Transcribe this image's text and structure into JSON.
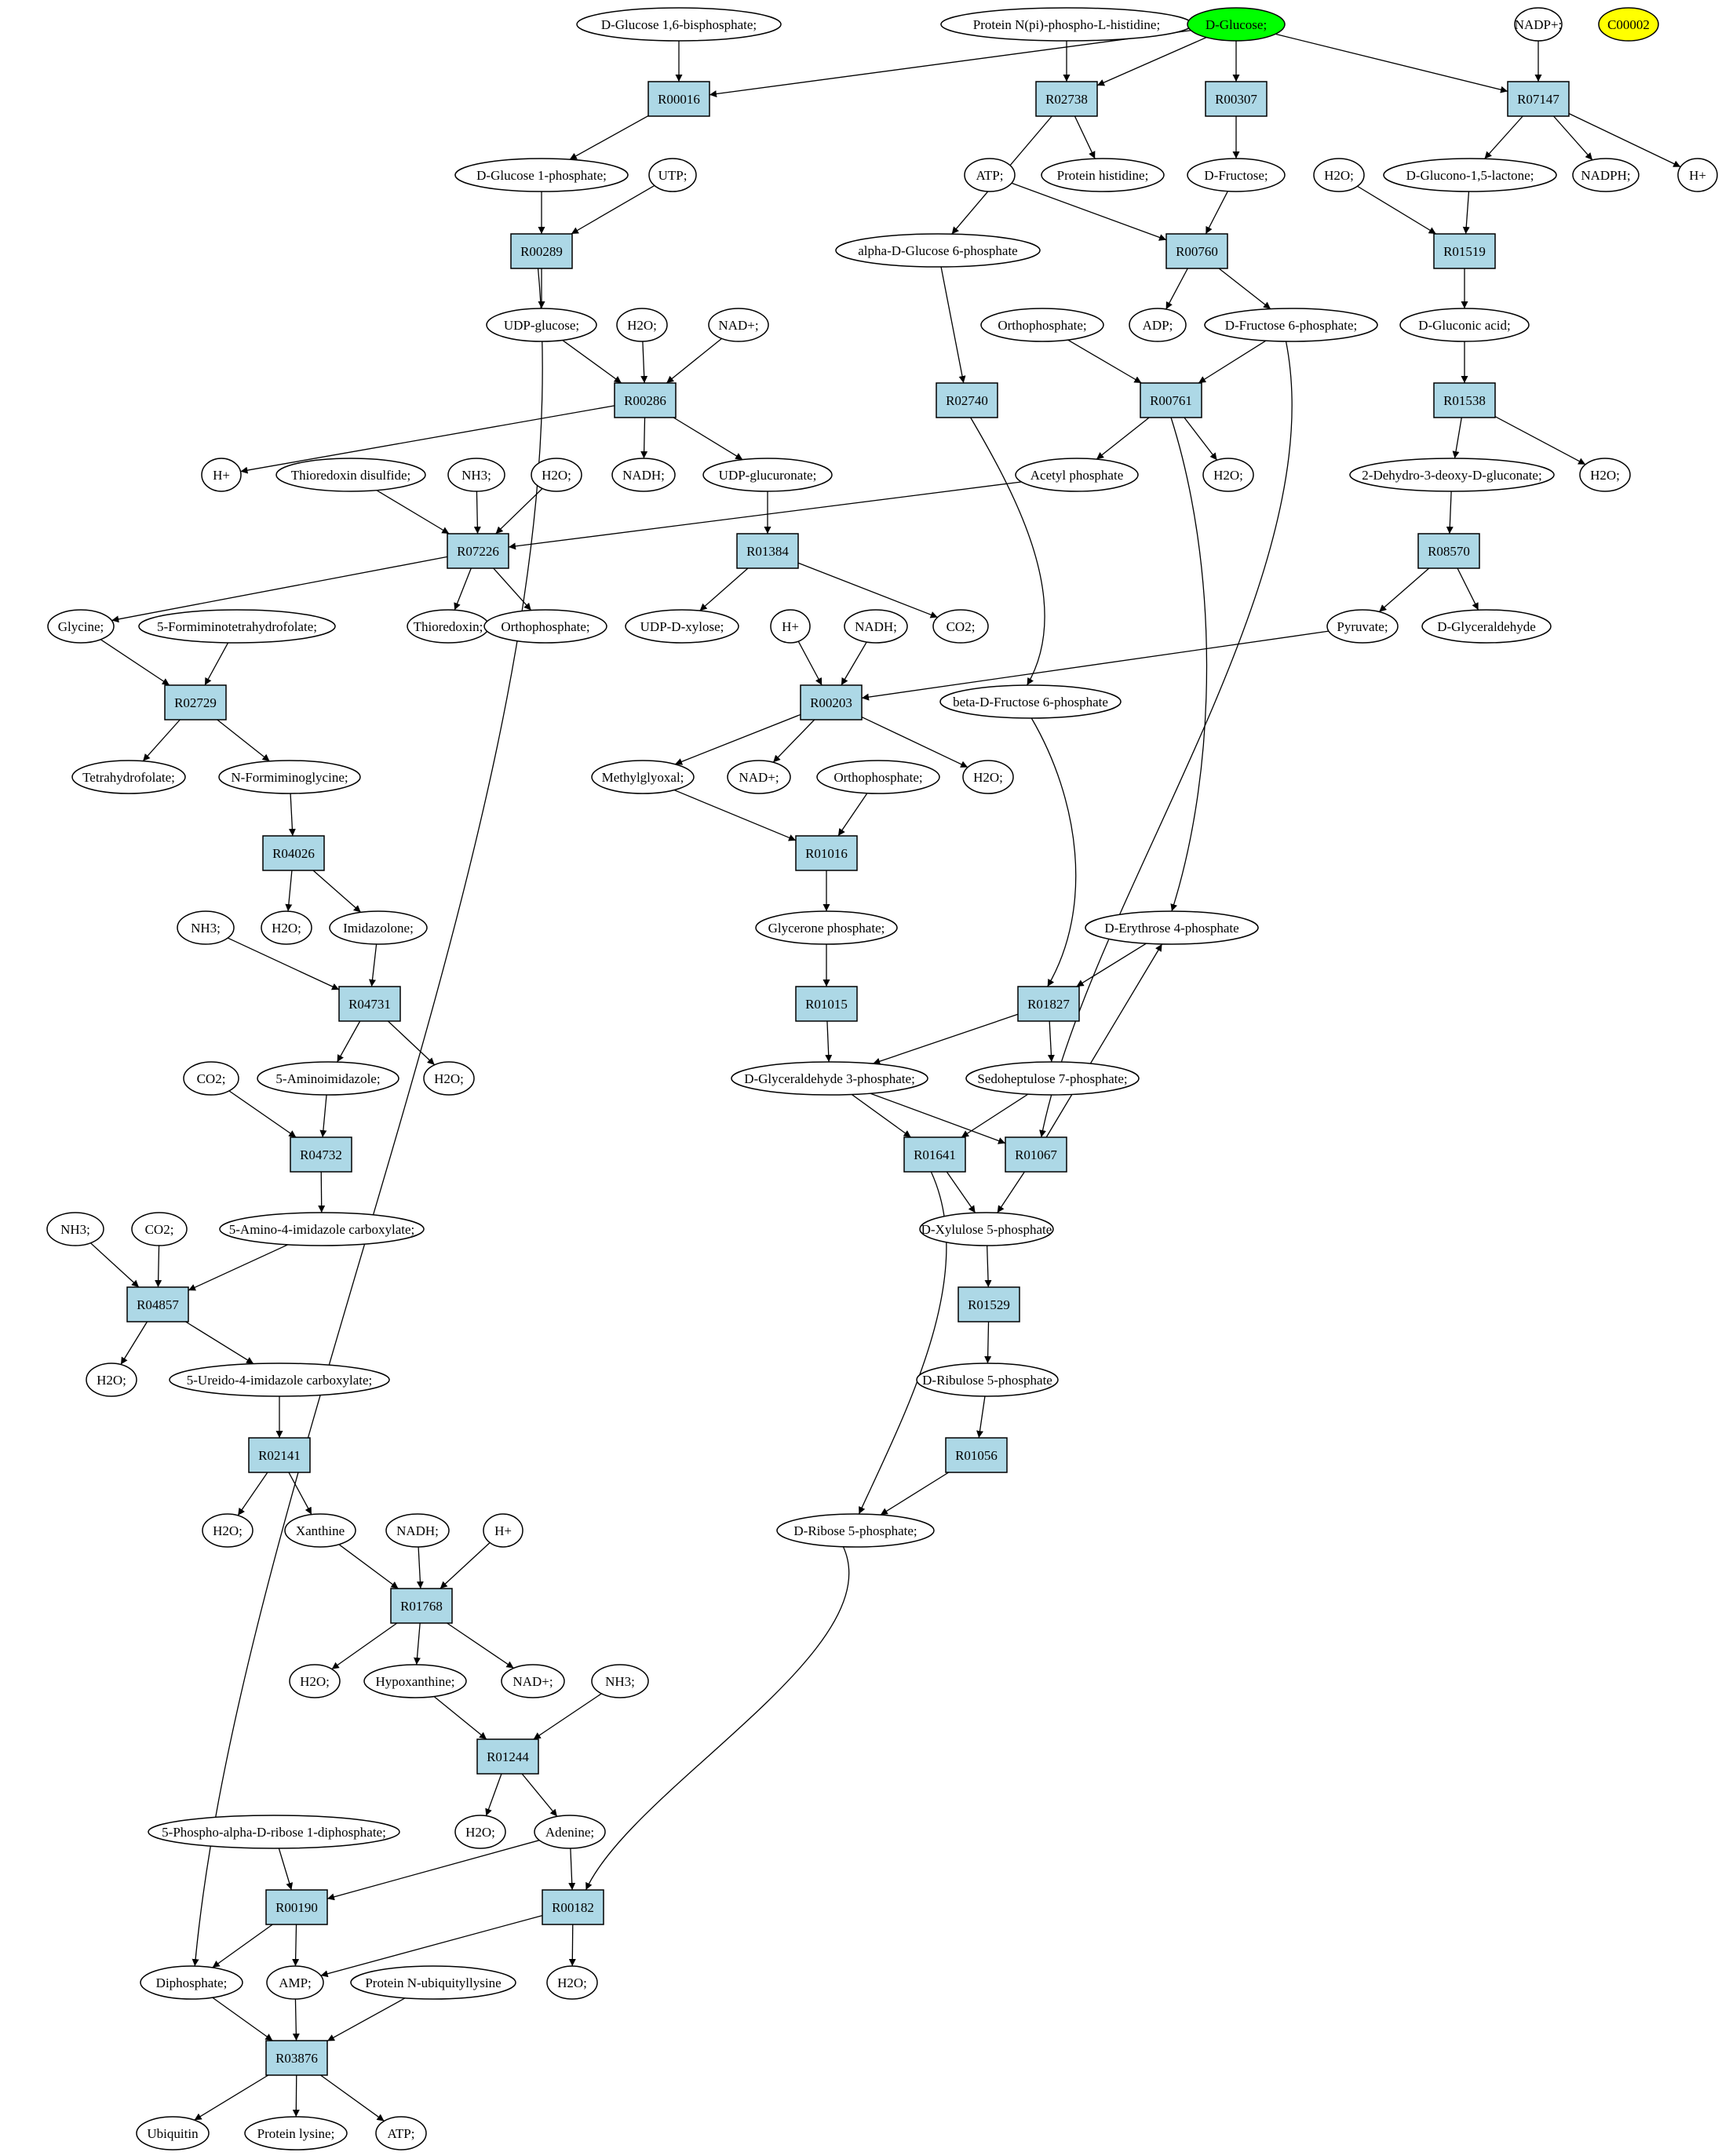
{
  "colors": {
    "reaction_fill": "#add8e6",
    "compound_fill": "#ffffff",
    "query_fill": "#00ff00",
    "unmatched_fill": "#ffff00",
    "edge": "#000000"
  },
  "nodes": {
    "c_g16bp": "D-Glucose 1,6-bisphosphate;",
    "c_protnpi": "Protein N(pi)-phospho-L-histidine;",
    "c_glucose": "D-Glucose;",
    "c_nadp": "NADP+;",
    "c_c00002": "C00002",
    "c_g1p": "D-Glucose 1-phosphate;",
    "c_utp": "UTP;",
    "c_prothis": "Protein histidine;",
    "c_atp1": "ATP;",
    "c_fructose": "D-Fructose;",
    "c_h2o_a": "H2O;",
    "c_gluconolactone": "D-Glucono-1,5-lactone;",
    "c_nadph": "NADPH;",
    "c_hplus_a": "H+",
    "c_ag6p": "alpha-D-Glucose 6-phosphate",
    "c_udpg": "UDP-glucose;",
    "c_h2o_b": "H2O;",
    "c_nad_a": "NAD+;",
    "c_adp": "ADP;",
    "c_f6p": "D-Fructose 6-phosphate;",
    "c_ortho_a": "Orthophosphate;",
    "c_gluconic": "D-Gluconic acid;",
    "c_hplus_b": "H+",
    "c_trxss": "Thioredoxin disulfide;",
    "c_nh3_a": "NH3;",
    "c_h2o_c": "H2O;",
    "c_nadh_a": "NADH;",
    "c_udpglcua": "UDP-glucuronate;",
    "c_acetylp": "Acetyl phosphate",
    "c_h2o_d": "H2O;",
    "c_kdg": "2-Dehydro-3-deoxy-D-gluconate;",
    "c_h2o_e": "H2O;",
    "c_glycine": "Glycine;",
    "c_fthf": "5-Formiminotetrahydrofolate;",
    "c_trx": "Thioredoxin;",
    "c_ortho_b": "Orthophosphate;",
    "c_udpxyl": "UDP-D-xylose;",
    "c_hplus_c": "H+",
    "c_nadh_b": "NADH;",
    "c_co2_a": "CO2;",
    "c_pyruvate": "Pyruvate;",
    "c_glyceraldehyde": "D-Glyceraldehyde",
    "c_bf6p": "beta-D-Fructose 6-phosphate",
    "c_thf": "Tetrahydrofolate;",
    "c_nformgly": "N-Formiminoglycine;",
    "c_methylglyoxal": "Methylglyoxal;",
    "c_nad_b": "NAD+;",
    "c_ortho_c": "Orthophosphate;",
    "c_h2o_f": "H2O;",
    "c_h2o_g": "H2O;",
    "c_imidazolone": "Imidazolone;",
    "c_nh3_b": "NH3;",
    "c_glyceronep": "Glycerone phosphate;",
    "c_e4p": "D-Erythrose 4-phosphate",
    "c_co2_b": "CO2;",
    "c_aminoimid": "5-Aminoimidazole;",
    "c_h2o_h": "H2O;",
    "c_gap": "D-Glyceraldehyde 3-phosphate;",
    "c_s7p": "Sedoheptulose 7-phosphate;",
    "c_aica": "5-Amino-4-imidazole carboxylate;",
    "c_x5p": "D-Xylulose 5-phosphate",
    "c_nh3_c": "NH3;",
    "c_co2_c": "CO2;",
    "c_h2o_i": "H2O;",
    "c_ureido": "5-Ureido-4-imidazole carboxylate;",
    "c_ru5p": "D-Ribulose 5-phosphate",
    "c_h2o_j": "H2O;",
    "c_xanthine": "Xanthine",
    "c_nadh_c": "NADH;",
    "c_hplus_d": "H+",
    "c_r5p": "D-Ribose 5-phosphate;",
    "c_h2o_k": "H2O;",
    "c_hypoxanthine": "Hypoxanthine;",
    "c_nad_c": "NAD+;",
    "c_nh3_d": "NH3;",
    "c_prpp": "5-Phospho-alpha-D-ribose 1-diphosphate;",
    "c_h2o_l": "H2O;",
    "c_adenine": "Adenine;",
    "c_diphosphate": "Diphosphate;",
    "c_amp": "AMP;",
    "c_protubi": "Protein N-ubiquityllysine",
    "c_h2o_m": "H2O;",
    "c_ubiquitin": "Ubiquitin",
    "c_protlys": "Protein lysine;",
    "c_atp2": "ATP;",
    "r_R00016": "R00016",
    "r_R02738": "R02738",
    "r_R00307": "R00307",
    "r_R07147": "R07147",
    "r_R00289": "R00289",
    "r_R00760": "R00760",
    "r_R01519": "R01519",
    "r_R00286": "R00286",
    "r_R02740": "R02740",
    "r_R00761": "R00761",
    "r_R01538": "R01538",
    "r_R07226": "R07226",
    "r_R01384": "R01384",
    "r_R08570": "R08570",
    "r_R02729": "R02729",
    "r_R00203": "R00203",
    "r_R04026": "R04026",
    "r_R01016": "R01016",
    "r_R04731": "R04731",
    "r_R01015": "R01015",
    "r_R01827": "R01827",
    "r_R04732": "R04732",
    "r_R01641": "R01641",
    "r_R01067": "R01067",
    "r_R04857": "R04857",
    "r_R01529": "R01529",
    "r_R02141": "R02141",
    "r_R01056": "R01056",
    "r_R01768": "R01768",
    "r_R01244": "R01244",
    "r_R00190": "R00190",
    "r_R00182": "R00182",
    "r_R03876": "R03876"
  },
  "edges": [
    [
      "c_g16bp",
      "r_R00016"
    ],
    [
      "c_glucose",
      "r_R00016"
    ],
    [
      "r_R00016",
      "c_g1p"
    ],
    [
      "c_protnpi",
      "r_R02738"
    ],
    [
      "c_glucose",
      "r_R02738"
    ],
    [
      "r_R02738",
      "c_prothis"
    ],
    [
      "r_R02738",
      "c_ag6p"
    ],
    [
      "c_glucose",
      "r_R00307"
    ],
    [
      "r_R00307",
      "c_fructose"
    ],
    [
      "c_glucose",
      "r_R07147"
    ],
    [
      "c_nadp",
      "r_R07147"
    ],
    [
      "r_R07147",
      "c_gluconolactone"
    ],
    [
      "r_R07147",
      "c_nadph"
    ],
    [
      "r_R07147",
      "c_hplus_a"
    ],
    [
      "c_g1p",
      "r_R00289"
    ],
    [
      "c_utp",
      "r_R00289"
    ],
    [
      "r_R00289",
      "c_udpg"
    ],
    [
      "r_R00289",
      "c_diphosphate"
    ],
    [
      "c_atp1",
      "r_R00760"
    ],
    [
      "c_fructose",
      "r_R00760"
    ],
    [
      "r_R00760",
      "c_adp"
    ],
    [
      "r_R00760",
      "c_f6p"
    ],
    [
      "c_h2o_a",
      "r_R01519"
    ],
    [
      "c_gluconolactone",
      "r_R01519"
    ],
    [
      "r_R01519",
      "c_gluconic"
    ],
    [
      "c_udpg",
      "r_R00286"
    ],
    [
      "c_h2o_b",
      "r_R00286"
    ],
    [
      "c_nad_a",
      "r_R00286"
    ],
    [
      "r_R00286",
      "c_hplus_b"
    ],
    [
      "r_R00286",
      "c_nadh_a"
    ],
    [
      "r_R00286",
      "c_udpglcua"
    ],
    [
      "c_ag6p",
      "r_R02740"
    ],
    [
      "r_R02740",
      "c_bf6p"
    ],
    [
      "c_ortho_a",
      "r_R00761"
    ],
    [
      "c_f6p",
      "r_R00761"
    ],
    [
      "r_R00761",
      "c_acetylp"
    ],
    [
      "r_R00761",
      "c_h2o_d"
    ],
    [
      "r_R00761",
      "c_e4p"
    ],
    [
      "c_gluconic",
      "r_R01538"
    ],
    [
      "r_R01538",
      "c_kdg"
    ],
    [
      "r_R01538",
      "c_h2o_e"
    ],
    [
      "c_trxss",
      "r_R07226"
    ],
    [
      "c_nh3_a",
      "r_R07226"
    ],
    [
      "c_h2o_c",
      "r_R07226"
    ],
    [
      "c_acetylp",
      "r_R07226"
    ],
    [
      "r_R07226",
      "c_glycine"
    ],
    [
      "r_R07226",
      "c_trx"
    ],
    [
      "r_R07226",
      "c_ortho_b"
    ],
    [
      "c_udpglcua",
      "r_R01384"
    ],
    [
      "r_R01384",
      "c_udpxyl"
    ],
    [
      "r_R01384",
      "c_co2_a"
    ],
    [
      "c_kdg",
      "r_R08570"
    ],
    [
      "r_R08570",
      "c_pyruvate"
    ],
    [
      "r_R08570",
      "c_glyceraldehyde"
    ],
    [
      "c_glycine",
      "r_R02729"
    ],
    [
      "c_fthf",
      "r_R02729"
    ],
    [
      "r_R02729",
      "c_thf"
    ],
    [
      "r_R02729",
      "c_nformgly"
    ],
    [
      "c_hplus_c",
      "r_R00203"
    ],
    [
      "c_nadh_b",
      "r_R00203"
    ],
    [
      "c_pyruvate",
      "r_R00203"
    ],
    [
      "r_R00203",
      "c_methylglyoxal"
    ],
    [
      "r_R00203",
      "c_nad_b"
    ],
    [
      "r_R00203",
      "c_h2o_f"
    ],
    [
      "c_nformgly",
      "r_R04026"
    ],
    [
      "r_R04026",
      "c_h2o_g"
    ],
    [
      "r_R04026",
      "c_imidazolone"
    ],
    [
      "c_methylglyoxal",
      "r_R01016"
    ],
    [
      "c_ortho_c",
      "r_R01016"
    ],
    [
      "r_R01016",
      "c_glyceronep"
    ],
    [
      "c_nh3_b",
      "r_R04731"
    ],
    [
      "c_imidazolone",
      "r_R04731"
    ],
    [
      "r_R04731",
      "c_aminoimid"
    ],
    [
      "r_R04731",
      "c_h2o_h"
    ],
    [
      "c_glyceronep",
      "r_R01015"
    ],
    [
      "r_R01015",
      "c_gap"
    ],
    [
      "c_bf6p",
      "r_R01827"
    ],
    [
      "c_e4p",
      "r_R01827"
    ],
    [
      "r_R01827",
      "c_gap"
    ],
    [
      "r_R01827",
      "c_s7p"
    ],
    [
      "c_co2_b",
      "r_R04732"
    ],
    [
      "c_aminoimid",
      "r_R04732"
    ],
    [
      "r_R04732",
      "c_aica"
    ],
    [
      "c_gap",
      "r_R01641"
    ],
    [
      "c_s7p",
      "r_R01641"
    ],
    [
      "r_R01641",
      "c_x5p"
    ],
    [
      "r_R01641",
      "c_r5p"
    ],
    [
      "c_gap",
      "r_R01067"
    ],
    [
      "c_f6p",
      "r_R01067"
    ],
    [
      "r_R01067",
      "c_x5p"
    ],
    [
      "r_R01067",
      "c_e4p"
    ],
    [
      "c_nh3_c",
      "r_R04857"
    ],
    [
      "c_co2_c",
      "r_R04857"
    ],
    [
      "c_aica",
      "r_R04857"
    ],
    [
      "r_R04857",
      "c_h2o_i"
    ],
    [
      "r_R04857",
      "c_ureido"
    ],
    [
      "c_x5p",
      "r_R01529"
    ],
    [
      "r_R01529",
      "c_ru5p"
    ],
    [
      "c_ureido",
      "r_R02141"
    ],
    [
      "r_R02141",
      "c_h2o_j"
    ],
    [
      "r_R02141",
      "c_xanthine"
    ],
    [
      "c_ru5p",
      "r_R01056"
    ],
    [
      "r_R01056",
      "c_r5p"
    ],
    [
      "c_xanthine",
      "r_R01768"
    ],
    [
      "c_nadh_c",
      "r_R01768"
    ],
    [
      "c_hplus_d",
      "r_R01768"
    ],
    [
      "r_R01768",
      "c_h2o_k"
    ],
    [
      "r_R01768",
      "c_hypoxanthine"
    ],
    [
      "r_R01768",
      "c_nad_c"
    ],
    [
      "c_hypoxanthine",
      "r_R01244"
    ],
    [
      "c_nh3_d",
      "r_R01244"
    ],
    [
      "r_R01244",
      "c_h2o_l"
    ],
    [
      "r_R01244",
      "c_adenine"
    ],
    [
      "c_prpp",
      "r_R00190"
    ],
    [
      "c_adenine",
      "r_R00190"
    ],
    [
      "r_R00190",
      "c_diphosphate"
    ],
    [
      "r_R00190",
      "c_amp"
    ],
    [
      "c_adenine",
      "r_R00182"
    ],
    [
      "c_r5p",
      "r_R00182"
    ],
    [
      "r_R00182",
      "c_amp"
    ],
    [
      "r_R00182",
      "c_h2o_m"
    ],
    [
      "c_diphosphate",
      "r_R03876"
    ],
    [
      "c_amp",
      "r_R03876"
    ],
    [
      "c_protubi",
      "r_R03876"
    ],
    [
      "r_R03876",
      "c_ubiquitin"
    ],
    [
      "r_R03876",
      "c_protlys"
    ],
    [
      "r_R03876",
      "c_atp2"
    ]
  ]
}
